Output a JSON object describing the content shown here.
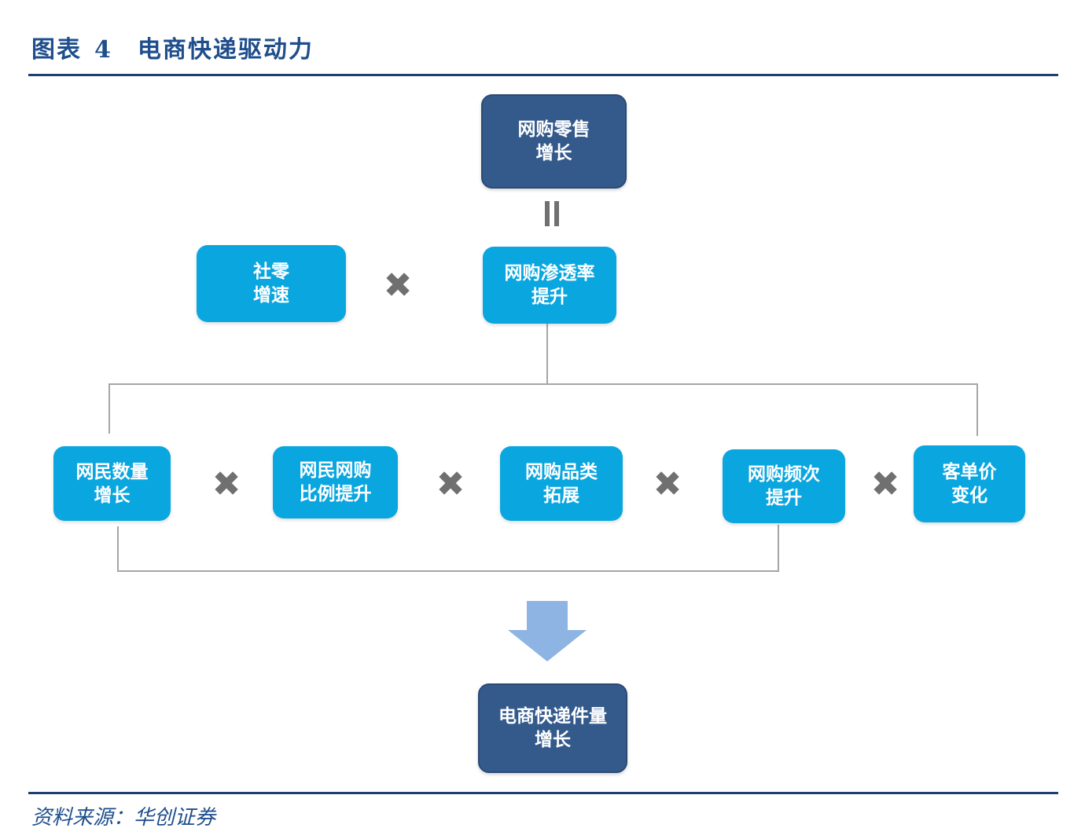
{
  "header": {
    "label": "图表",
    "number": "4",
    "title": "电商快递驱动力"
  },
  "source": "资料来源：华创证券",
  "nodes": {
    "online_retail_growth": "网购零售\n增长",
    "social_retail_growth": "社零\n增速",
    "penetration_increase": "网购渗透率\n提升",
    "netizen_count_growth": "网民数量\n增长",
    "netizen_shopping_ratio": "网民网购\n比例提升",
    "category_expansion": "网购品类\n拓展",
    "frequency_increase": "网购频次\n提升",
    "unit_price_change": "客单价\n变化",
    "parcel_volume_growth": "电商快递件量\n增长"
  },
  "operators": {
    "multiply": "✖",
    "equals": "॥"
  },
  "colors": {
    "dark_box": "#345a8c",
    "light_box": "#0aa6e0",
    "arrow": "#8eb4e3",
    "title": "#1f4e8c",
    "rule": "#1f3f73",
    "operator": "#707070"
  }
}
